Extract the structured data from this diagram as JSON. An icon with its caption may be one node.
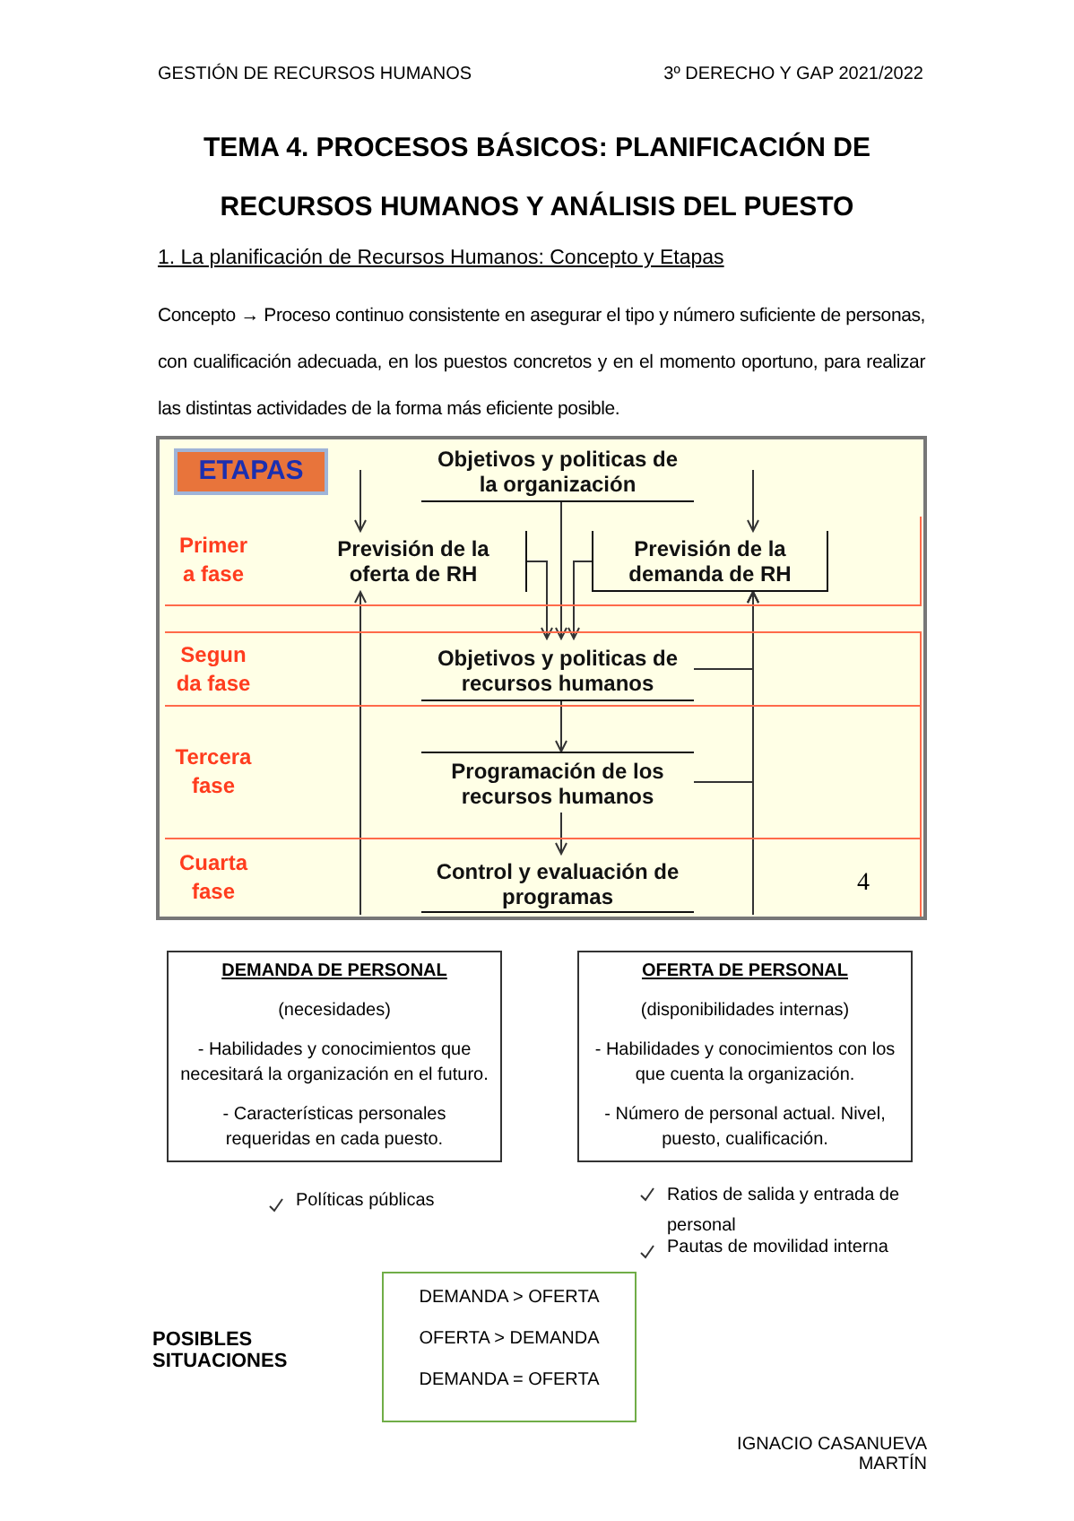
{
  "diagram": {
    "title": "TEMA 4. PROCESOS BÁSICOS: PLANIFICACIÓN DE RECURSOS HUMANOS Y ANÁLISIS DEL PUESTO",
    "nodes": [
      {
        "text": [
          "ETAPAS"
        ]
      },
      {
        "text": [
          "Objetivos y politicas de la organización"
        ]
      },
      {
        "text": [
          "Primer a fase"
        ]
      },
      {
        "text": [
          "Previsión de la oferta de RH"
        ],
        "in": 2
      },
      {
        "text": [
          "Previsión de la demanda de RH"
        ],
        "in": 2
      },
      {
        "text": [
          "Segun da fase"
        ]
      },
      {
        "text": [
          "Objetivos y politicas de recursos humanos"
        ],
        "in": 5
      },
      {
        "text": [
          "Tercera fase"
        ]
      },
      {
        "text": [
          "Programación de los recursos humanos"
        ],
        "in": 7
      },
      {
        "text": [
          "Cuarta fase"
        ]
      },
      {
        "text": [
          "Control y evaluación de programas"
        ],
        "in": 9
      },
      {
        "text": [
          "DEMANDA DE PERSONAL",
          "(necesidades)",
          "- Habilidades y conocimientos que necesitará la organización en el futuro.",
          "- Características personales requeridas en cada puesto."
        ]
      },
      {
        "text": [
          "OFERTA DE PERSONAL",
          "(disponibilidades internas)",
          "- Habilidades y conocimientos con los que cuenta la organización.",
          "- Número de personal actual. Nivel, puesto, cualificación."
        ]
      },
      {
        "text": [
          "DEMANDA > OFERTA",
          "OFERTA > DEMANDA",
          "DEMANDA = OFERTA"
        ]
      }
    ],
    "edges": [
      {
        "from": null,
        "to": 3,
        "arrow": "to"
      },
      {
        "from": null,
        "to": 4,
        "arrow": "to"
      },
      {
        "from": 1,
        "to": 6,
        "arrow": "to"
      },
      {
        "from": 3,
        "to": 6,
        "arrow": "to"
      },
      {
        "from": 4,
        "to": 6,
        "arrow": "to"
      },
      {
        "from": 6,
        "to": 4,
        "arrow": "to"
      },
      {
        "from": 6,
        "to": 8,
        "arrow": "to"
      },
      {
        "from": 8,
        "to": 10,
        "arrow": "to"
      },
      {
        "from": 8,
        "to": 4,
        "arrow": "to"
      },
      {
        "from": 9,
        "to": 3,
        "arrow": "to"
      },
      {
        "from": 9,
        "to": 4,
        "arrow": "to"
      }
    ],
    "labels": [
      "GESTIÓN DE RECURSOS HUMANOS",
      "3º DERECHO Y GAP 2021/2022",
      "1. La planificación de Recursos Humanos: Concepto y Etapas",
      "Concepto → Proceso continuo consistente en asegurar el tipo y número suficiente de personas, con cualificación adecuada, en los puestos concretos y en el momento oportuno, para realizar las distintas actividades de la forma más eficiente posible.",
      "4",
      "Políticas públicas",
      "Ratios de salida y entrada de personal",
      "Pautas de movilidad interna",
      "POSIBLES SITUACIONES",
      "IGNACIO CASANUEVA MARTÍN"
    ]
  }
}
